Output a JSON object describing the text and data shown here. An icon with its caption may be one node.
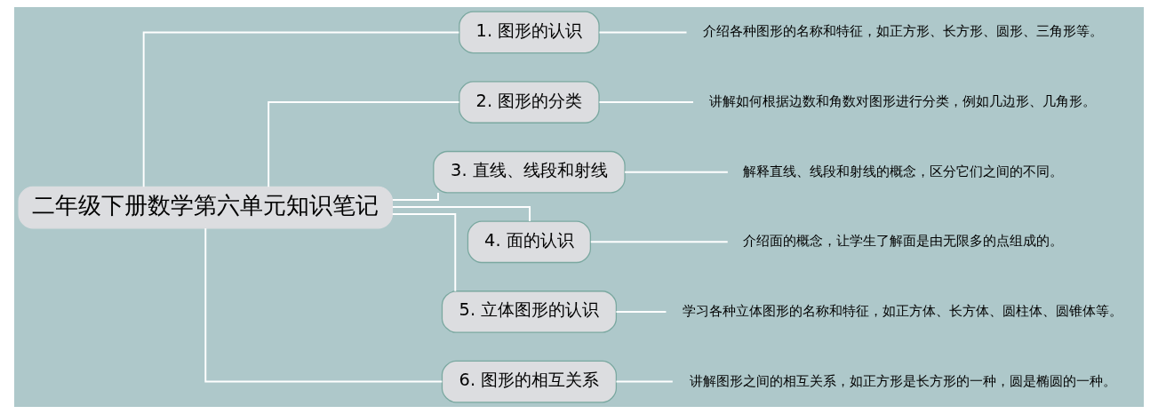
{
  "diagram": {
    "nodes": [
      {
        "text": [
          "二年级下册数学第六单元知识笔记"
        ]
      },
      {
        "text": [
          "1. 图形的认识"
        ]
      },
      {
        "text": [
          "2. 图形的分类"
        ]
      },
      {
        "text": [
          "3. 直线、线段和射线"
        ]
      },
      {
        "text": [
          "4. 面的认识"
        ]
      },
      {
        "text": [
          "5. 立体图形的认识"
        ]
      },
      {
        "text": [
          "6. 图形的相互关系"
        ]
      },
      {
        "text": [
          "介绍各种图形的名称和特征，如正方形、长方形、圆形、三角形等。"
        ]
      },
      {
        "text": [
          "讲解如何根据边数和角数对图形进行分类，例如几边形、几角形。"
        ]
      },
      {
        "text": [
          "解释直线、线段和射线的概念，区分它们之间的不同。"
        ]
      },
      {
        "text": [
          "介绍面的概念，让学生了解面是由无限多的点组成的。"
        ]
      },
      {
        "text": [
          "学习各种立体图形的名称和特征，如正方体、长方体、圆柱体、圆锥体等。"
        ]
      },
      {
        "text": [
          "讲解图形之间的相互关系，如正方形是长方形的一种，圆是椭圆的一种。"
        ]
      }
    ],
    "edges": [
      {
        "from": 0,
        "to": 1,
        "arrow": "none"
      },
      {
        "from": 0,
        "to": 2,
        "arrow": "none"
      },
      {
        "from": 0,
        "to": 3,
        "arrow": "none"
      },
      {
        "from": 0,
        "to": 4,
        "arrow": "none"
      },
      {
        "from": 0,
        "to": 5,
        "arrow": "none"
      },
      {
        "from": 0,
        "to": 6,
        "arrow": "none"
      },
      {
        "from": 1,
        "to": 7,
        "arrow": "none"
      },
      {
        "from": 2,
        "to": 8,
        "arrow": "none"
      },
      {
        "from": 3,
        "to": 9,
        "arrow": "none"
      },
      {
        "from": 4,
        "to": 10,
        "arrow": "none"
      },
      {
        "from": 5,
        "to": 11,
        "arrow": "none"
      },
      {
        "from": 6,
        "to": 12,
        "arrow": "none"
      }
    ]
  }
}
